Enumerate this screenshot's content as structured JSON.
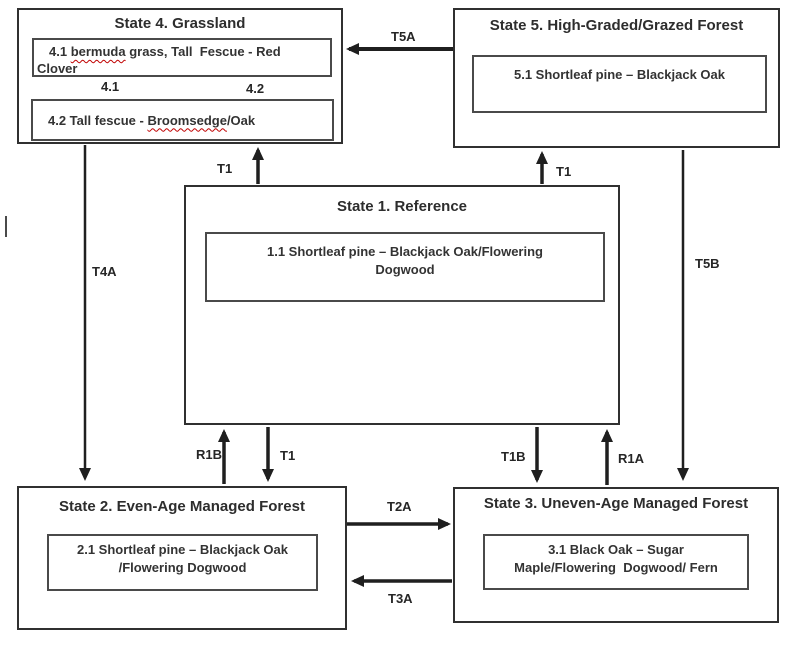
{
  "colors": {
    "line": "#1f1f1f",
    "box_border": "#303030",
    "spellcheck_underline": "#c00000"
  },
  "states": {
    "s4": {
      "title": "State 4. Grassland",
      "c41_seg1": "4.1 ",
      "c41_seg2": "bermuda",
      "c41_seg3": " grass, Tall  Fescue - Red",
      "c41_line2": "Clover",
      "c42_seg1": "4.2 Tall fescue - ",
      "c42_seg2": "Broomsedge",
      "c42_seg3": "/Oak"
    },
    "s5": {
      "title": "State 5. High-Graded/Grazed Forest",
      "c51": "5.1 Shortleaf pine – Blackjack Oak"
    },
    "s1": {
      "title": "State 1. Reference",
      "c11_line1": "1.1 Shortleaf pine – Blackjack Oak/Flowering",
      "c11_line2": "Dogwood"
    },
    "s2": {
      "title": "State 2. Even-Age Managed Forest",
      "c21_line1": "2.1 Shortleaf pine – Blackjack Oak",
      "c21_line2": "/Flowering Dogwood"
    },
    "s3": {
      "title": "State 3. Uneven-Age Managed Forest",
      "c31_line1": "3.1 Black Oak – Sugar",
      "c31_line2": "Maple/Flowering  Dogwood/ Fern"
    }
  },
  "transitions": {
    "t5a": "T5A",
    "p41": "4.1",
    "p42": "4.2",
    "t1_left": "T1",
    "t1_right": "T1",
    "t4a": "T4A",
    "t5b": "T5B",
    "r1b": "R1B",
    "t1_down": "T1",
    "t1b": "T1B",
    "r1a": "R1A",
    "t2a": "T2A",
    "t3a": "T3A"
  }
}
